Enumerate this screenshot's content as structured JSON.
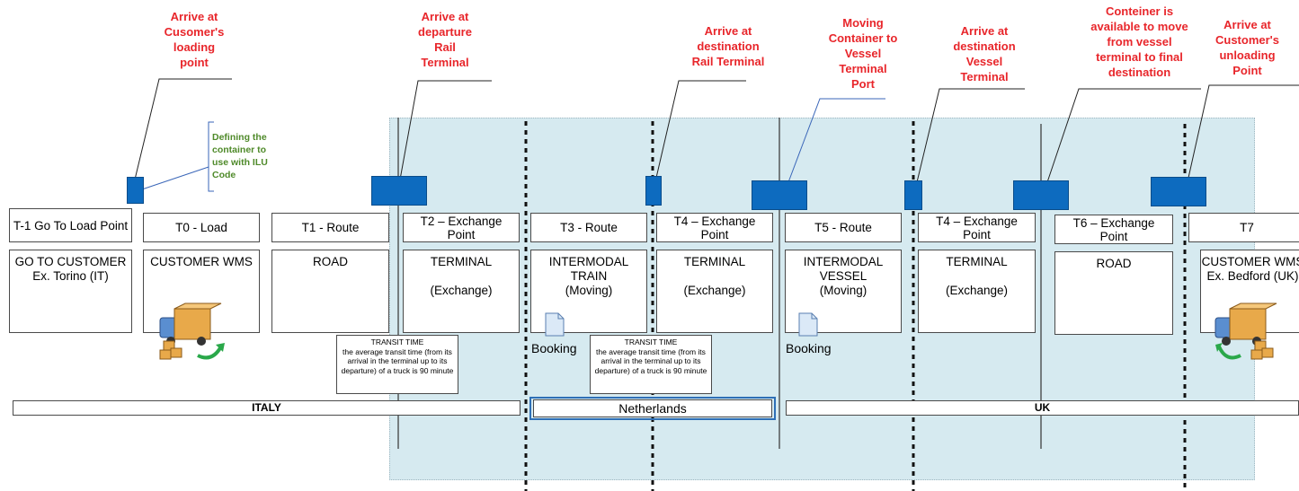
{
  "annotations": {
    "loading_point": "Arrive at\nCusomer's\nloading\npoint",
    "departure_rail": "Arrive at\ndeparture\nRail\nTerminal",
    "destination_rail": "Arrive at\ndestination\nRail Terminal",
    "moving_to_vessel": "Moving\nContainer to\nVessel\nTerminal\nPort",
    "destination_vessel": "Arrive at\ndestination\nVessel\nTerminal",
    "available_to_move": "Conteiner is\navailable to move\nfrom vessel\nterminal to final\ndestination",
    "unloading_point": "Arrive at\nCustomer's\nunloading\nPoint"
  },
  "ilu_note": "Defining the\ncontainer to\nuse with ILU\nCode",
  "steps": [
    {
      "header": "T-1 Go To Load Point",
      "body": "GO TO CUSTOMER\nEx. Torino (IT)"
    },
    {
      "header": "T0 - Load",
      "body": "CUSTOMER WMS"
    },
    {
      "header": "T1 - Route",
      "body": "ROAD"
    },
    {
      "header": "T2 – Exchange Point",
      "body": "TERMINAL\n\n(Exchange)"
    },
    {
      "header": "T3 - Route",
      "body": "INTERMODAL\nTRAIN\n(Moving)"
    },
    {
      "header": "T4 – Exchange Point",
      "body": "TERMINAL\n\n(Exchange)"
    },
    {
      "header": "T5 - Route",
      "body": "INTERMODAL\nVESSEL\n(Moving)"
    },
    {
      "header": "T4 – Exchange Point",
      "body": "TERMINAL\n\n(Exchange)"
    },
    {
      "header": "T6 – Exchange Point",
      "body": "ROAD"
    },
    {
      "header": "T7",
      "body": "CUSTOMER WMS\nEx. Bedford (UK)"
    }
  ],
  "transit": {
    "title": "TRANSIT TIME",
    "text": "the average transit time (from its arrival in the terminal up to its departure) of a truck is 90 minute"
  },
  "booking_label": "Booking",
  "countries": {
    "italy": "ITALY",
    "netherlands": "Netherlands",
    "uk": "UK"
  },
  "colors": {
    "annotation": "#e8262b",
    "milestone": "#0d6bbf",
    "region": "#d6eaf0",
    "note": "#4f8a2a"
  }
}
